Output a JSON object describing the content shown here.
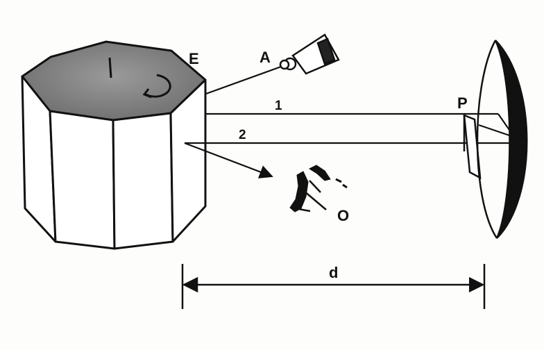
{
  "labels": {
    "E": "E",
    "A": "A",
    "P": "P",
    "O": "O",
    "ray1": "1",
    "ray2": "2",
    "d": "d"
  },
  "colors": {
    "ink": "#111111",
    "top_face": "#8a8a8a",
    "background": "#fdfdfb"
  }
}
